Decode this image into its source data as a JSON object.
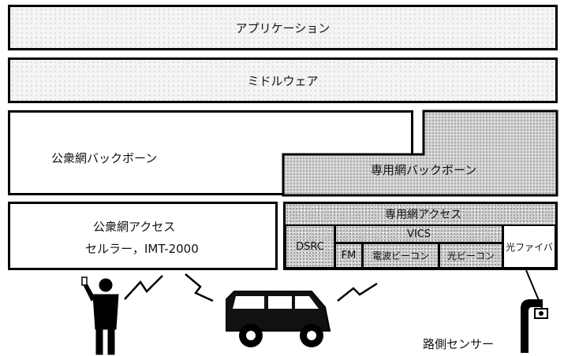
{
  "layers": {
    "application": "アプリケーション",
    "middleware": "ミドルウェア",
    "public_backbone": "公衆網バックボーン",
    "private_backbone": "専用網バックボーン",
    "public_access_line1": "公衆網アクセス",
    "public_access_line2": "セルラー，IMT-2000",
    "private_access": "専用網アクセス"
  },
  "private_access_cells": {
    "vics": "VICS",
    "dsrc": "DSRC",
    "fm": "FM",
    "radio_beacon": "電波ビーコン",
    "optical_beacon": "光ビーコン",
    "optical_fiber": "光ファイバ"
  },
  "sensor_label": "路側センサー",
  "colors": {
    "line": "#000000",
    "fill_gray": "#cfcfcf",
    "background": "#ffffff"
  },
  "icons": [
    "person-with-phone-icon",
    "van-icon",
    "roadside-sensor-icon",
    "lightning-bolt-icon"
  ]
}
